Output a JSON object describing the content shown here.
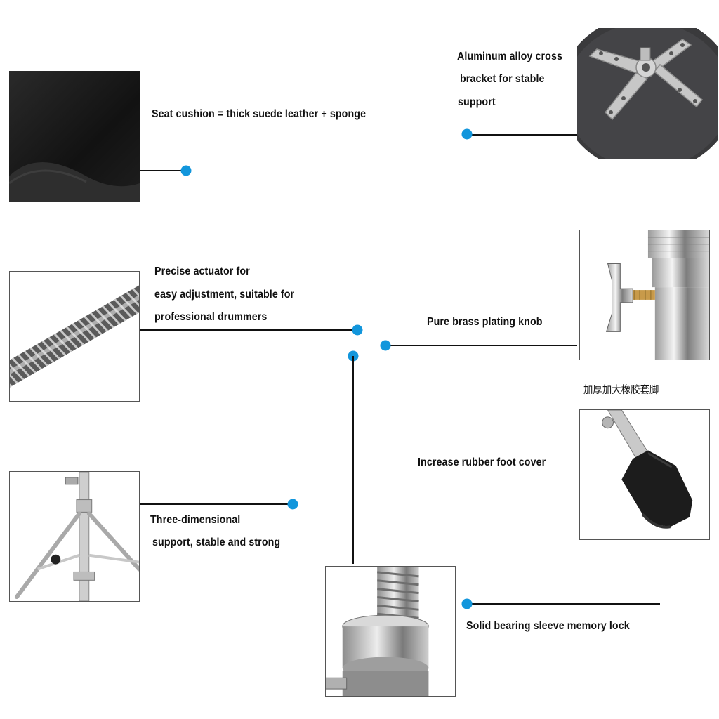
{
  "colors": {
    "accent_dot": "#1296dc",
    "leader_line": "#111111",
    "background": "#ffffff"
  },
  "labels": {
    "seat_cushion": "Seat cushion = thick suede leather + sponge",
    "bracket_line1": "Aluminum alloy cross",
    "bracket_line2": "bracket for stable",
    "bracket_line3": "support",
    "actuator_line1": "Precise actuator for",
    "actuator_line2": "easy adjustment, suitable for",
    "actuator_line3": "professional drummers",
    "knob": "Pure brass plating knob",
    "rubber_foot_cn": "加厚加大橡胶套脚",
    "rubber_foot": "Increase rubber foot cover",
    "support_line1": "Three-dimensional",
    "support_line2": "support, stable and strong",
    "memory_lock": "Solid bearing sleeve memory lock"
  }
}
